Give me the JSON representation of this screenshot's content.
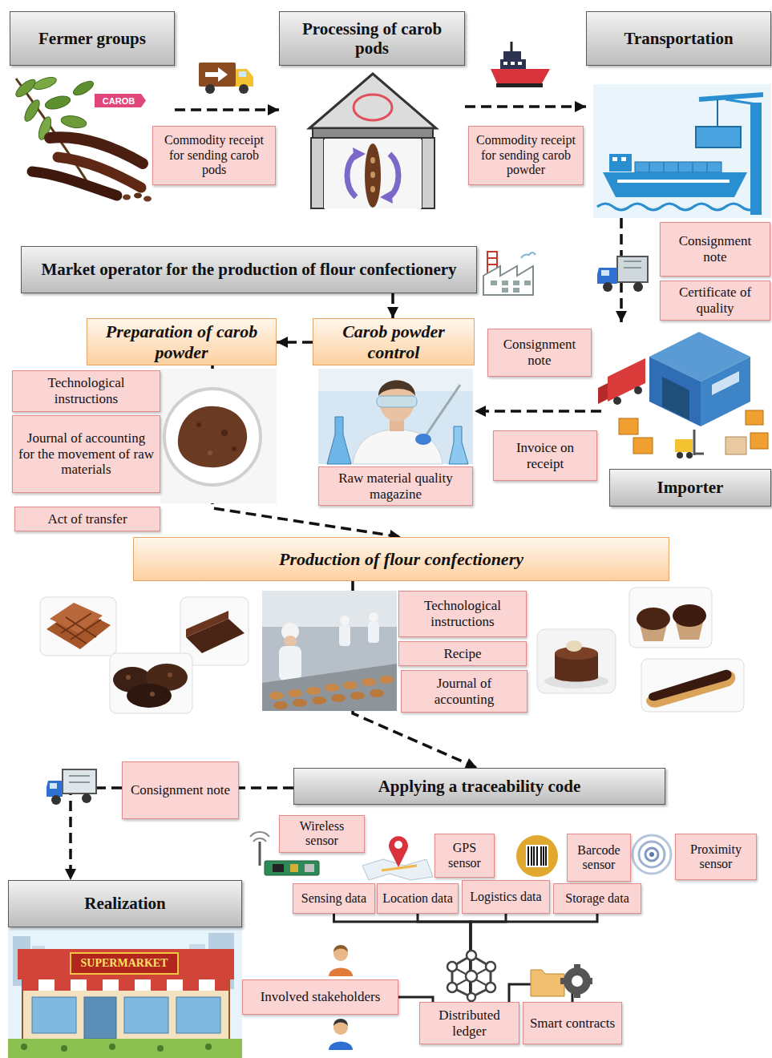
{
  "diagram": {
    "nodes": [
      {
        "text": [
          "Fermer groups"
        ]
      },
      {
        "text": [
          "Processing of carob pods"
        ]
      },
      {
        "text": [
          "Transportation"
        ]
      },
      {
        "text": [
          "Commodity receipt for sending carob pods"
        ]
      },
      {
        "text": [
          "Commodity receipt for sending carob powder"
        ]
      },
      {
        "text": [
          "Consignment note"
        ]
      },
      {
        "text": [
          "Certificate of quality"
        ]
      },
      {
        "text": [
          "Market operator for the production of flour confectionery"
        ]
      },
      {
        "text": [
          "Preparation of carob powder"
        ]
      },
      {
        "text": [
          "Carob powder control"
        ]
      },
      {
        "text": [
          "Consignment note"
        ]
      },
      {
        "text": [
          "Technological instructions"
        ]
      },
      {
        "text": [
          "Journal of accounting for the movement of raw materials"
        ]
      },
      {
        "text": [
          "Invoice on receipt"
        ]
      },
      {
        "text": [
          "Raw material quality magazine"
        ]
      },
      {
        "text": [
          "Importer"
        ]
      },
      {
        "text": [
          "Act of transfer"
        ]
      },
      {
        "text": [
          "Production of flour confectionery"
        ]
      },
      {
        "text": [
          "Technological instructions"
        ]
      },
      {
        "text": [
          "Recipe"
        ]
      },
      {
        "text": [
          "Journal of accounting"
        ]
      },
      {
        "text": [
          "Consignment note"
        ]
      },
      {
        "text": [
          "Applying a traceability code"
        ]
      },
      {
        "text": [
          "Wireless sensor"
        ]
      },
      {
        "text": [
          "GPS sensor"
        ]
      },
      {
        "text": [
          "Barcode sensor"
        ]
      },
      {
        "text": [
          "Proximity sensor"
        ]
      },
      {
        "text": [
          "Sensing data"
        ]
      },
      {
        "text": [
          "Location data"
        ]
      },
      {
        "text": [
          "Logistics data"
        ]
      },
      {
        "text": [
          "Storage data"
        ]
      },
      {
        "text": [
          "Realization"
        ]
      },
      {
        "text": [
          "Involved stakeholders"
        ]
      },
      {
        "text": [
          "Distributed ledger"
        ]
      },
      {
        "text": [
          "Smart contracts"
        ]
      }
    ],
    "edges": [
      {
        "from": 0,
        "to": 1,
        "arrow": "to"
      },
      {
        "from": 1,
        "to": 2,
        "arrow": "to"
      },
      {
        "from": 2,
        "to": 15,
        "arrow": "to"
      },
      {
        "from": 15,
        "to": 9,
        "arrow": "to"
      },
      {
        "from": 7,
        "to": 9,
        "arrow": "to"
      },
      {
        "from": 9,
        "to": 8,
        "arrow": "to"
      },
      {
        "from": 8,
        "to": 17,
        "arrow": "to"
      },
      {
        "from": 17,
        "to": 22,
        "arrow": "to"
      },
      {
        "from": 22,
        "to": 21,
        "arrow": "none"
      },
      {
        "from": 21,
        "to": 31,
        "arrow": "to"
      },
      {
        "from": 27,
        "to": 33,
        "arrow": "none"
      },
      {
        "from": 28,
        "to": 33,
        "arrow": "none"
      },
      {
        "from": 29,
        "to": 33,
        "arrow": "none"
      },
      {
        "from": 30,
        "to": 33,
        "arrow": "none"
      },
      {
        "from": 32,
        "to": 33,
        "arrow": "none"
      },
      {
        "from": 33,
        "to": 34,
        "arrow": "none"
      }
    ],
    "labels": [
      "CAROB",
      "SUPERMARKET"
    ]
  }
}
